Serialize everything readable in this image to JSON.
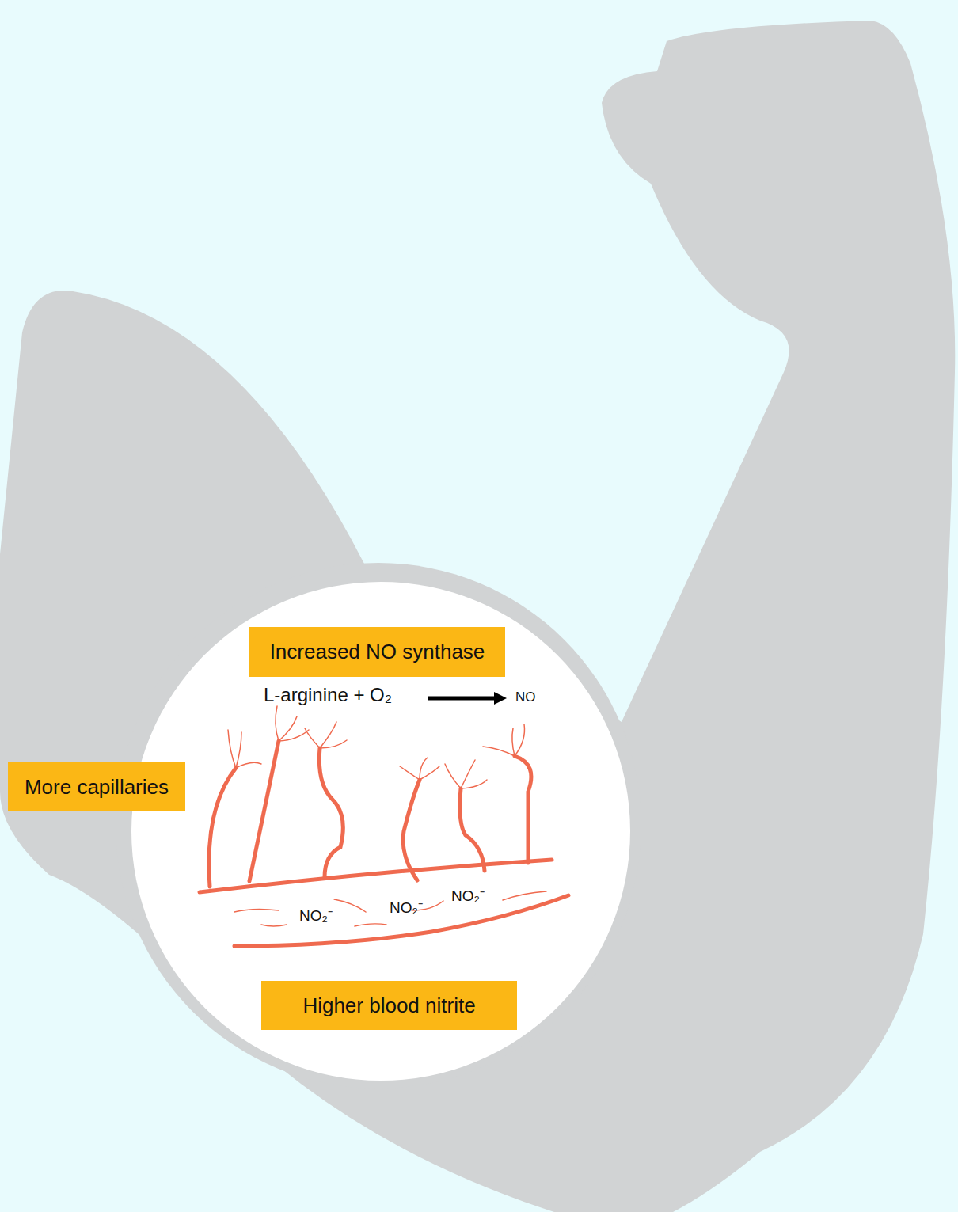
{
  "diagram": {
    "nodes": [
      {
        "text": [
          "Increased NO synthase"
        ]
      },
      {
        "text": [
          "More capillaries"
        ]
      },
      {
        "text": [
          "Higher blood nitrite"
        ]
      }
    ],
    "labels": [
      "L-arginine + O₂",
      "NO",
      "NO₂⁻",
      "NO₂⁻",
      "NO₂⁻"
    ]
  }
}
